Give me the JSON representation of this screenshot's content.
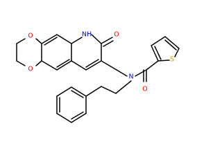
{
  "diagram": {
    "type": "chemical-structure",
    "colors": {
      "bond": "#000000",
      "oxygen": "#ff0000",
      "nitrogen": "#0000ff",
      "sulfur": "#b8a800"
    },
    "atom_labels": {
      "nh": "NH",
      "o_carbonyl_ring": "O",
      "o_ether_top": "O",
      "o_ether_bottom": "O",
      "n_amide": "N",
      "o_amide": "O",
      "s_thiophene": "S"
    }
  }
}
